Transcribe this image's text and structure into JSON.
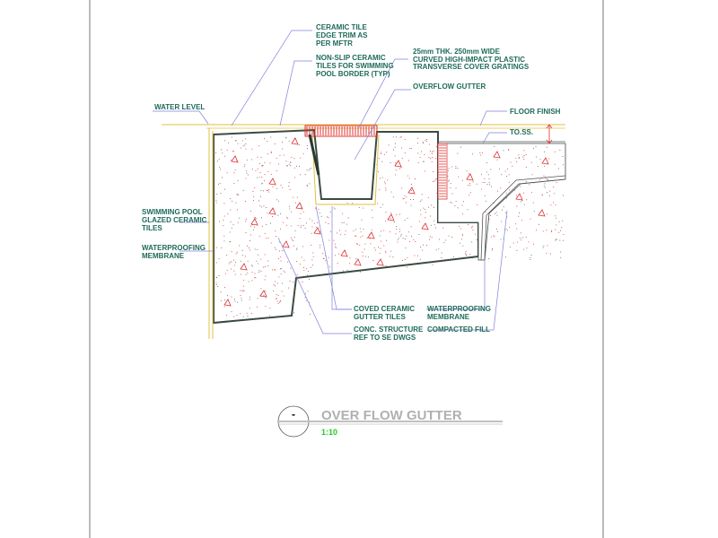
{
  "labels": {
    "ceramic_tile_trim": [
      "CERAMIC TILE",
      "EDGE TRIM AS",
      "PER MFTR"
    ],
    "non_slip_tiles": [
      "NON-SLIP CERAMIC",
      "TILES FOR SWIMMING",
      "POOL BORDER (TYP)"
    ],
    "cover_gratings": [
      "25mm THK. 250mm WIDE",
      "CURVED HIGH-IMPACT PLASTIC",
      "TRANSVERSE COVER GRATINGS"
    ],
    "overflow_gutter": "OVERFLOW GUTTER",
    "water_level": "WATER LEVEL",
    "floor_finish": "FLOOR FINISH",
    "toss": "TO.SS.",
    "glazed_tiles": [
      "SWIMMING POOL",
      "GLAZED CERAMIC",
      "TILES"
    ],
    "waterproofing_left": [
      "WATERPROOFING",
      "MEMBRANE"
    ],
    "coved_tiles": [
      "COVED CERAMIC",
      "GUTTER TILES"
    ],
    "waterproofing_right": [
      "WATERPROOFING",
      "MEMBRANE"
    ],
    "conc_structure": [
      "CONC. STRUCTURE",
      "REF TO SE DWGS"
    ],
    "compacted_fill": "COMPACTED FILL"
  },
  "title_block": {
    "symbol": "-",
    "title": "OVER FLOW GUTTER",
    "scale": "1:10"
  },
  "colors": {
    "label_text": "#1f6b5a",
    "leader": "#8080e0",
    "concrete_line": "#3a4a40",
    "finish_line": "#e0c040",
    "hatch": "#e03030",
    "title_text": "#b0b0b0",
    "scale_text": "#22cc22"
  }
}
